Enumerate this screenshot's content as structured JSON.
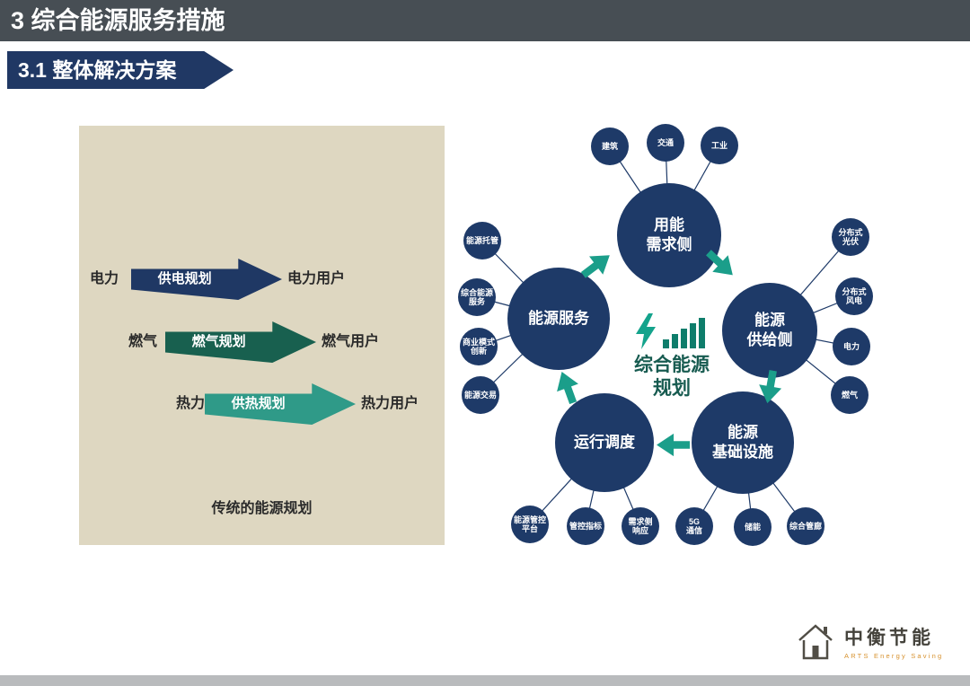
{
  "header": {
    "title": "3 综合能源服务措施"
  },
  "badge": {
    "label": "3.1 整体解决方案"
  },
  "traditional": {
    "caption": "传统的能源规划",
    "rows": [
      {
        "source": "电力",
        "plan": "供电规划",
        "user": "电力用户"
      },
      {
        "source": "燃气",
        "plan": "燃气规划",
        "user": "燃气用户"
      },
      {
        "source": "热力",
        "plan": "供热规划",
        "user": "热力用户"
      }
    ]
  },
  "diagram": {
    "center": {
      "title": "综合能源\n规划"
    },
    "nodes": {
      "demand": "用能\n需求侧",
      "supply": "能源\n供给侧",
      "infra": "能源\n基础设施",
      "dispatch": "运行调度",
      "service": "能源服务"
    },
    "satellites": {
      "demand": [
        "建筑",
        "交通",
        "工业"
      ],
      "supply": [
        "分布式\n光伏",
        "分布式\n风电",
        "电力",
        "燃气"
      ],
      "infra": [
        "5G\n通信",
        "储能",
        "综合管廊"
      ],
      "dispatch": [
        "能源管控\n平台",
        "管控指标",
        "需求侧\n响应"
      ],
      "service": [
        "能源托管",
        "综合能源\n服务",
        "商业模式\n创新",
        "能源交易"
      ]
    }
  },
  "logo": {
    "name": "中衡节能",
    "subtitle": "ARTS Energy Saving"
  },
  "colors": {
    "header_bg": "#474e54",
    "badge_bg": "#203864",
    "panel_bg": "#ded7c1",
    "navy": "#1e3a68",
    "cycle_arrow_teal": "#1b9e8a",
    "plan_arrow_green": "#18604f",
    "plan_arrow_teal": "#2f9a88",
    "center_title_green": "#175b50",
    "logo_accent": "#d7922f"
  }
}
